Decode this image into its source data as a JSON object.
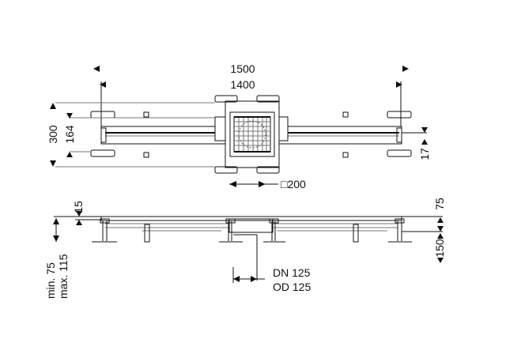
{
  "title": "Drain channel with central outlet – plan and side view",
  "plan_view": {
    "overall_length": "1500",
    "channel_length": "1400",
    "overall_width": "300",
    "anchor_spacing": "164",
    "channel_width": "17",
    "outlet_square": "□200"
  },
  "side_view": {
    "top_thickness": "15",
    "channel_height": "75",
    "leg_height": "150",
    "min_height": "min. 75",
    "max_height": "max. 115",
    "pipe_dn": "DN 125",
    "pipe_od": "OD 125"
  }
}
